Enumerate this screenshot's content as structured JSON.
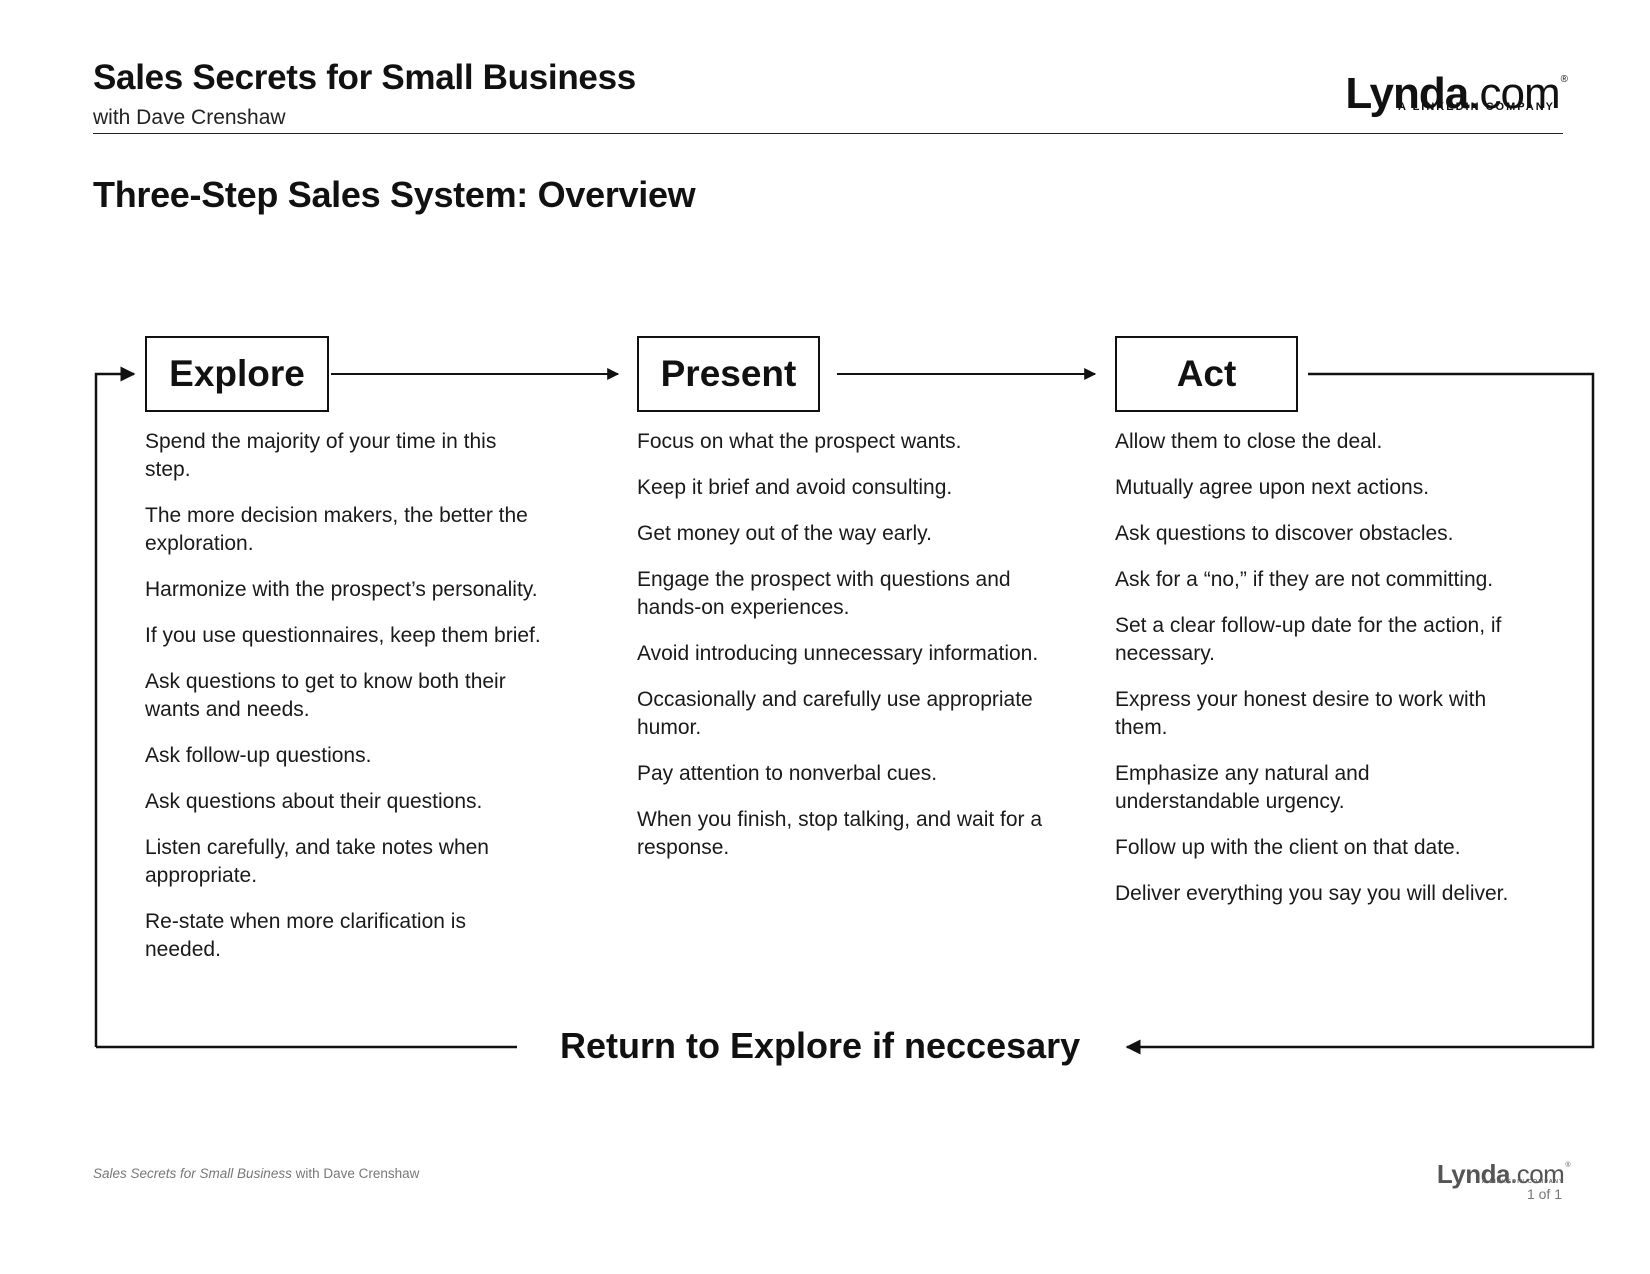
{
  "header": {
    "course_title": "Sales Secrets for Small Business",
    "course_subtitle": "with Dave Crenshaw",
    "logo_word": "Lynda",
    "logo_suffix": ".com",
    "logo_reg": "®",
    "logo_tagline": "A LINKEDIN COMPANY"
  },
  "page_heading": "Three-Step Sales System: Overview",
  "steps": [
    {
      "label": "Explore",
      "items": [
        "Spend the majority of your time in this step.",
        "The more decision makers, the better the exploration.",
        "Harmonize with the prospect’s personality.",
        "If you use questionnaires, keep them brief.",
        "Ask questions to get to know both their wants and needs.",
        "Ask follow-up questions.",
        "Ask questions about their questions.",
        "Listen carefully, and take notes when appropriate.",
        "Re-state when more clarification is needed."
      ]
    },
    {
      "label": "Present",
      "items": [
        "Focus on what the prospect wants.",
        "Keep it brief and avoid consulting.",
        "Get money out of the way early.",
        "Engage the prospect with questions and hands-on experiences.",
        "Avoid introducing unnecessary information.",
        "Occasionally and carefully use appropriate humor.",
        "Pay attention to nonverbal cues.",
        "When you finish, stop talking, and wait for a response."
      ]
    },
    {
      "label": "Act",
      "items": [
        "Allow them to close the deal.",
        "Mutually agree upon next actions.",
        "Ask questions to discover obstacles.",
        "Ask for a “no,” if they are not committing.",
        "Set a clear follow-up date for the action, if necessary.",
        "Express your honest desire to work with them.",
        "Emphasize any natural and understandable urgency.",
        "Follow up with the client on that date.",
        "Deliver everything you say you will deliver."
      ]
    }
  ],
  "return_label": "Return to Explore if neccesary",
  "footer": {
    "course_italic": "Sales Secrets for Small Business",
    "course_rest": " with Dave Crenshaw",
    "page_number": "1 of 1"
  }
}
